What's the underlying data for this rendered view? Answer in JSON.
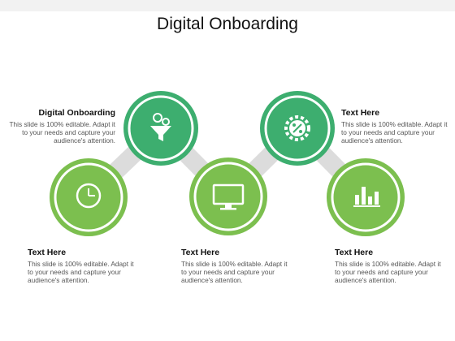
{
  "title": "Digital Onboarding",
  "colors": {
    "dark_green": "#3dae6f",
    "light_green": "#7cbf4f",
    "connector": "#dcdcdc"
  },
  "steps": [
    {
      "heading": "Digital Onboarding",
      "body": "This slide is 100% editable. Adapt it to your needs and capture your audience's attention.",
      "icon": "funnel-dollar-icon"
    },
    {
      "heading": "Text Here",
      "body": "This slide is 100% editable. Adapt it to your needs and capture your audience's attention.",
      "icon": "gear-percent-icon"
    },
    {
      "heading": "Text Here",
      "body": "This slide is 100% editable. Adapt it to your needs and capture your audience's attention.",
      "icon": "clock-icon"
    },
    {
      "heading": "Text Here",
      "body": "This slide is 100% editable. Adapt it to your needs and capture your audience's attention.",
      "icon": "monitor-icon"
    },
    {
      "heading": "Text Here",
      "body": "This slide is 100% editable. Adapt it to your needs and capture your audience's attention.",
      "icon": "bar-chart-icon"
    }
  ]
}
